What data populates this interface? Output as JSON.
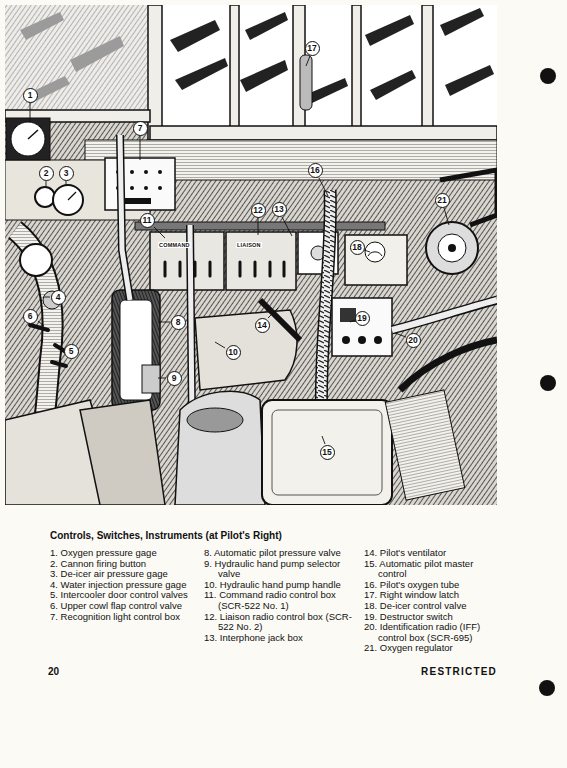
{
  "diagram": {
    "title": "Controls, Switches, Instruments (at Pilot's Right)",
    "nodes": [
      {
        "text": [
          "1"
        ]
      },
      {
        "text": [
          "2"
        ]
      },
      {
        "text": [
          "3"
        ]
      },
      {
        "text": [
          "4"
        ]
      },
      {
        "text": [
          "5"
        ]
      },
      {
        "text": [
          "6"
        ]
      },
      {
        "text": [
          "7"
        ]
      },
      {
        "text": [
          "8"
        ]
      },
      {
        "text": [
          "9"
        ]
      },
      {
        "text": [
          "10"
        ]
      },
      {
        "text": [
          "11"
        ]
      },
      {
        "text": [
          "12"
        ]
      },
      {
        "text": [
          "13"
        ]
      },
      {
        "text": [
          "14"
        ]
      },
      {
        "text": [
          "15"
        ]
      },
      {
        "text": [
          "16"
        ]
      },
      {
        "text": [
          "17"
        ]
      },
      {
        "text": [
          "18"
        ]
      },
      {
        "text": [
          "19"
        ]
      },
      {
        "text": [
          "20"
        ]
      },
      {
        "text": [
          "21"
        ]
      }
    ],
    "labels": [
      "COMMAND",
      "LIAISON",
      "1. Oxygen pressure gage",
      "2. Cannon firing button",
      "3. De-icer air pressure gage",
      "4. Water injection pressure gage",
      "5. Intercooler door control valves",
      "6. Upper cowl flap control valve",
      "7. Recognition light control box",
      "8. Automatic pilot pressure valve",
      "9. Hydraulic hand pump selector valve",
      "10. Hydraulic hand pump handle",
      "11. Command radio control box (SCR-522 No. 1)",
      "12. Liaison radio control box (SCR-522 No. 2)",
      "13. Interphone jack box",
      "14. Pilot's ventilator",
      "15. Automatic pilot master control",
      "16. Pilot's oxygen tube",
      "17. Right window latch",
      "18. De-icer control valve",
      "19. Destructor switch",
      "20. Identification radio (IFF) control box (SCR-695)",
      "21. Oxygen regulator",
      "20",
      "RESTRICTED"
    ]
  }
}
